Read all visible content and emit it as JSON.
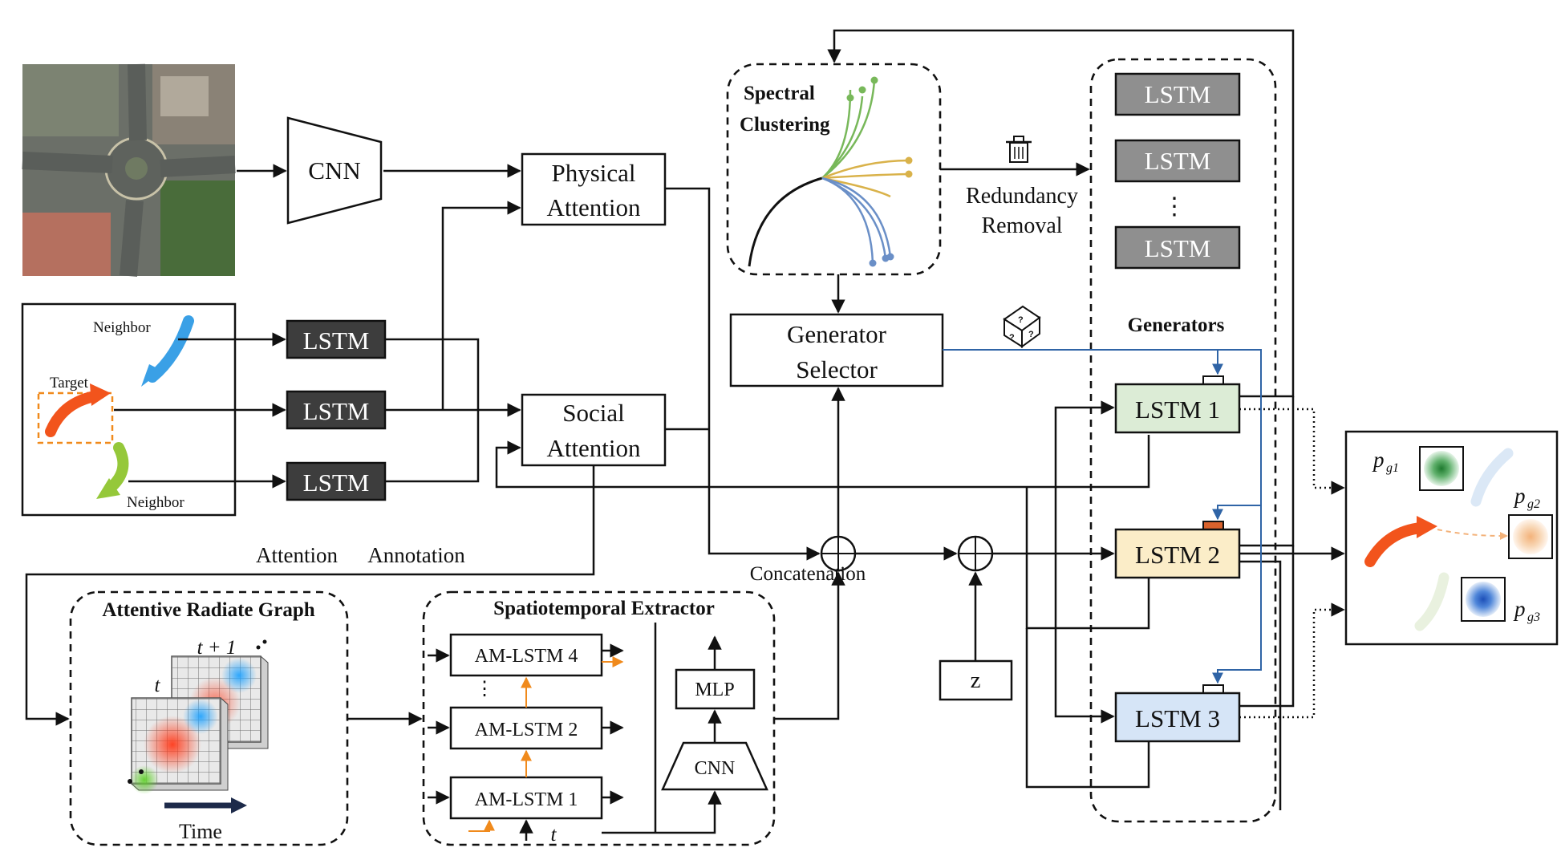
{
  "inputs": {
    "cnn": "CNN",
    "lstm": "LSTM",
    "neighbor_top": "Neighbor",
    "target": "Target",
    "neighbor_bottom": "Neighbor"
  },
  "attention": {
    "physical_line1": "Physical",
    "physical_line2": "Attention",
    "social_line1": "Social",
    "social_line2": "Attention",
    "annotation_a": "Attention",
    "annotation_b": "Annotation"
  },
  "spectral": {
    "title_line1": "Spectral",
    "title_line2": "Clustering",
    "removal_line1": "Redundancy",
    "removal_line2": "Removal"
  },
  "selector": {
    "line1": "Generator",
    "line2": "Selector"
  },
  "generators": {
    "title": "Generators",
    "pool_label": "LSTM",
    "ellipsis": "⋮",
    "lstm1": "LSTM 1",
    "lstm2": "LSTM 2",
    "lstm3": "LSTM 3",
    "noise": "z"
  },
  "graph": {
    "title": "Attentive Radiate Graph",
    "t_next": "t + 1",
    "t": "t",
    "time": "Time"
  },
  "extractor": {
    "title": "Spatiotemporal Extractor",
    "am4": "AM-LSTM 4",
    "am2": "AM-LSTM 2",
    "am1": "AM-LSTM 1",
    "mlp": "MLP",
    "cnn": "CNN",
    "t_input": "t",
    "concat": "Concatenation",
    "vdots": "⋮"
  },
  "outputs": {
    "p": "p",
    "g1": "g1",
    "g2": "g2",
    "g3": "g3"
  },
  "colors": {
    "green_curve": "#78b85a",
    "yellow_curve": "#d9b24a",
    "blue_curve": "#6a8fc7",
    "lstm1_fill": "#dcecd6",
    "lstm2_fill": "#fbedc8",
    "lstm3_fill": "#d6e5f7",
    "selector_wire": "#2f64a6",
    "orange": "#f08a1c"
  }
}
